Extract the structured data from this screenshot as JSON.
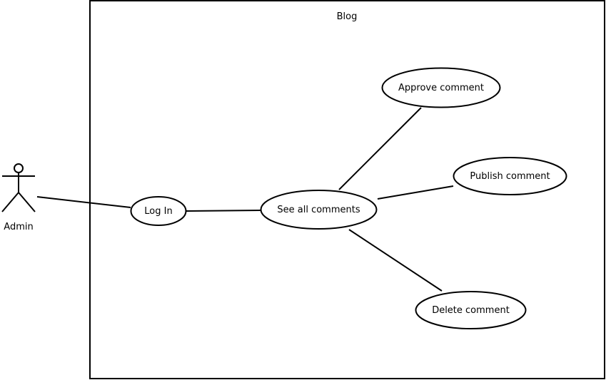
{
  "system": {
    "title": "Blog"
  },
  "actors": [
    {
      "id": "admin",
      "label": "Admin"
    }
  ],
  "use_cases": [
    {
      "id": "login",
      "label": "Log In"
    },
    {
      "id": "see_all",
      "label": "See all comments"
    },
    {
      "id": "approve",
      "label": "Approve comment"
    },
    {
      "id": "publish",
      "label": "Publish comment"
    },
    {
      "id": "delete",
      "label": "Delete comment"
    }
  ],
  "associations": [
    {
      "from": "admin",
      "to": "login"
    },
    {
      "from": "login",
      "to": "see_all"
    },
    {
      "from": "see_all",
      "to": "approve"
    },
    {
      "from": "see_all",
      "to": "publish"
    },
    {
      "from": "see_all",
      "to": "delete"
    }
  ],
  "colors": {
    "stroke": "#000000",
    "fill": "#ffffff",
    "text": "#000000"
  }
}
